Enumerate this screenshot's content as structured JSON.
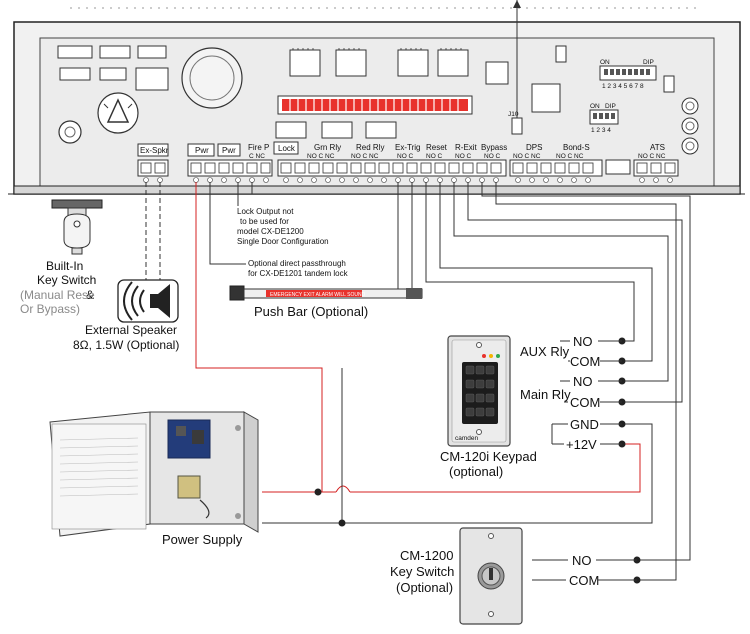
{
  "board": {
    "terminal_labels": [
      "Ex-Spkr",
      "Pwr",
      "Pwr",
      "Fire P",
      "Lock",
      "Grn Rly",
      "Red Rly",
      "Ex-Trig",
      "Reset",
      "R-Exit",
      "Bypass",
      "DPS",
      "Bond-S",
      "ATS"
    ],
    "sub_fire": "C  NC",
    "sub_ncnc": "NO  C  NC",
    "sub_noc": "NO  C",
    "sub_nc": "NO  C",
    "dip_on": "ON",
    "dip_dip": "DIP",
    "dip8_numbers": "1 2 3 4 5 6 7 8",
    "dip4_numbers": "1 2 3 4",
    "j10": "J10"
  },
  "notes": {
    "lock_note": [
      "Lock Output not",
      "to be used for",
      "model CX-DE1200",
      "Single Door Configuration"
    ],
    "passthrough_note": [
      "Optional direct passthrough",
      "for CX-DE1201 tandem lock"
    ],
    "pushbar_text": "EMERGENCY EXIT  ALARM WILL SOUND"
  },
  "components": {
    "key_switch": {
      "title": "Built-In",
      "title2": "Key Switch",
      "amp": "&",
      "note1": "(Manual Rese",
      "note2": "Or Bypass)"
    },
    "speaker": {
      "title": "External Speaker",
      "spec": "8Ω, 1.5W (Optional)"
    },
    "push_bar": {
      "title": "Push Bar (Optional)"
    },
    "power_supply": {
      "title": "Power Supply"
    },
    "keypad": {
      "title": "CM-120i Keypad",
      "subtitle": "(optional)",
      "aux": "AUX Rly",
      "main": "Main Rly",
      "brand": "camden"
    },
    "cm1200": {
      "title": "CM-1200",
      "title2": "Key Switch",
      "subtitle": "(Optional)"
    }
  },
  "keypad_terminals": [
    "NO",
    "COM",
    "NO",
    "COM",
    "GND",
    "+12V"
  ],
  "cm1200_terminals": [
    "NO",
    "COM"
  ],
  "colors": {
    "wire": "#333333",
    "power_wire": "#d42020",
    "led_display": "#e8322c",
    "board": "#e9e9e9"
  }
}
